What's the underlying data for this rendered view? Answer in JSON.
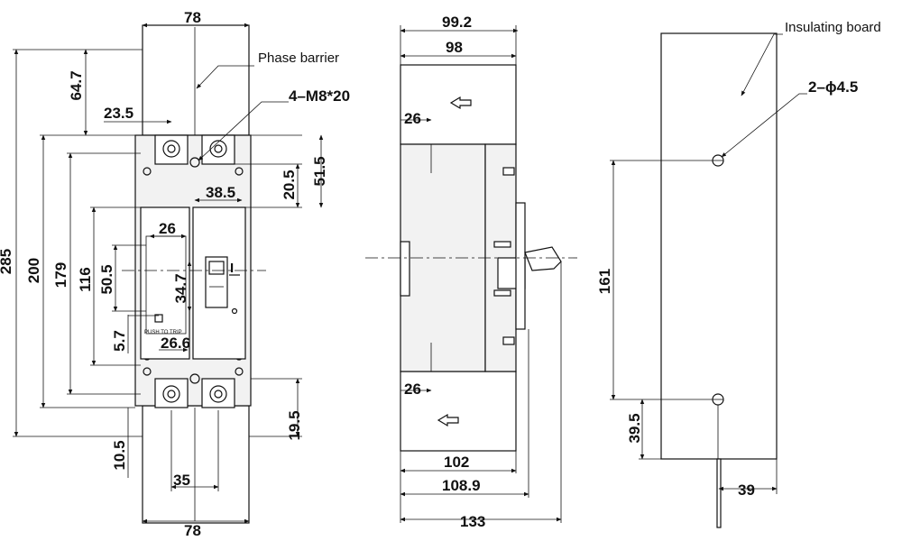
{
  "front_view": {
    "dims": {
      "top_width": "78",
      "bottom_width": "78",
      "overall_height": "285",
      "mount_height": "200",
      "height_179": "179",
      "window_height": "116",
      "handle_zone": "50.5",
      "top_offset": "64.7",
      "terminal_spacing": "23.5",
      "terminal_pitch": "35",
      "window_width": "26",
      "cover_width": "38.5",
      "handle_height": "34.7",
      "trip_offset": "5.7",
      "trip_width": "26.6",
      "terminal_right_upper": "20.5",
      "terminal_right_total": "51.5",
      "bottom_right": "19.5",
      "bottom_left": "10.5"
    },
    "labels": {
      "phase_barrier": "Phase barrier",
      "screw_spec": "4–M8*20",
      "push_to_trip": "PUSH TO TRIP",
      "on_mark": "I"
    }
  },
  "side_view": {
    "dims": {
      "top_outer": "99.2",
      "top_inner": "98",
      "upper_barrier": "26",
      "lower_barrier": "26",
      "base_depth": "102",
      "handle_depth": "108.9",
      "overall_depth": "133"
    }
  },
  "board_view": {
    "dims": {
      "hole_spacing": "161",
      "bottom_offset": "39.5",
      "side_offset": "39"
    },
    "labels": {
      "insulating_board": "Insulating board",
      "hole_spec": "2–ϕ4.5"
    }
  }
}
